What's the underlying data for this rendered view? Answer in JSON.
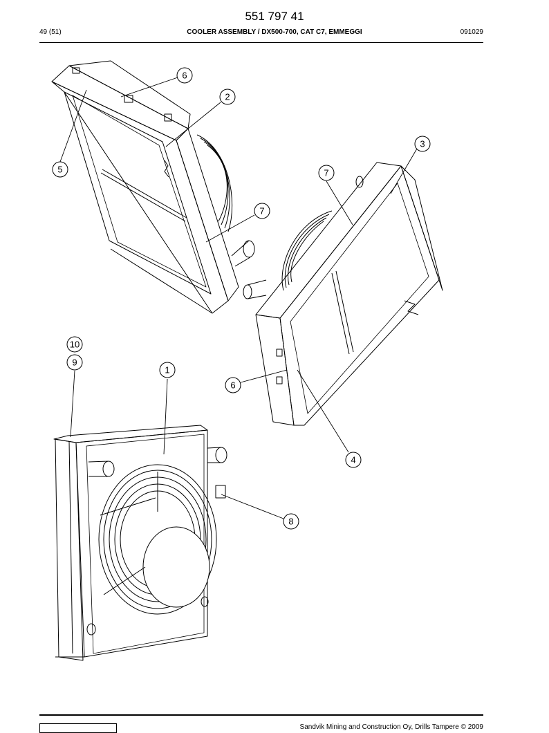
{
  "header": {
    "document_number": "551 797 41",
    "page_number": "49 (51)",
    "title": "COOLER ASSEMBLY / DX500-700, CAT C7, EMMEGGI",
    "date_code": "091029"
  },
  "callouts": {
    "c6_top": "6",
    "c2": "2",
    "c3": "3",
    "c5": "5",
    "c7_right": "7",
    "c7_mid": "7",
    "c10": "10",
    "c9": "9",
    "c1": "1",
    "c6_mid": "6",
    "c4": "4",
    "c8": "8"
  },
  "footer": {
    "copyright": "Sandvik Mining and Construction Oy, Drills Tampere © 2009"
  }
}
